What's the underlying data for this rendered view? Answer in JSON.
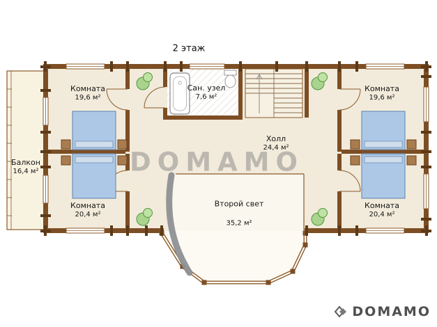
{
  "title": "2 этаж",
  "rooms": {
    "balcony": {
      "name": "Балкон",
      "area": "16,4 м²"
    },
    "room_top_left": {
      "name": "Комната",
      "area": "19,6 м²"
    },
    "bathroom": {
      "name": "Сан. узел",
      "area": "7,6 м²"
    },
    "room_top_right": {
      "name": "Комната",
      "area": "19,6 м²"
    },
    "hall": {
      "name": "Холл",
      "area": "24,4 м²"
    },
    "room_bottom_left": {
      "name": "Комната",
      "area": "20,4 м²"
    },
    "second_light": {
      "name": "Второй свет",
      "area": "35,2 м²"
    },
    "room_bottom_right": {
      "name": "Комната",
      "area": "20,4 м²"
    }
  },
  "watermark_text": "DOMAMO",
  "brand_text": "DOMAMO",
  "colors": {
    "wall": "#7d4e24",
    "bed": "#adc8e6",
    "plant": "#a8d48e",
    "floor": "#f2ebdb"
  }
}
